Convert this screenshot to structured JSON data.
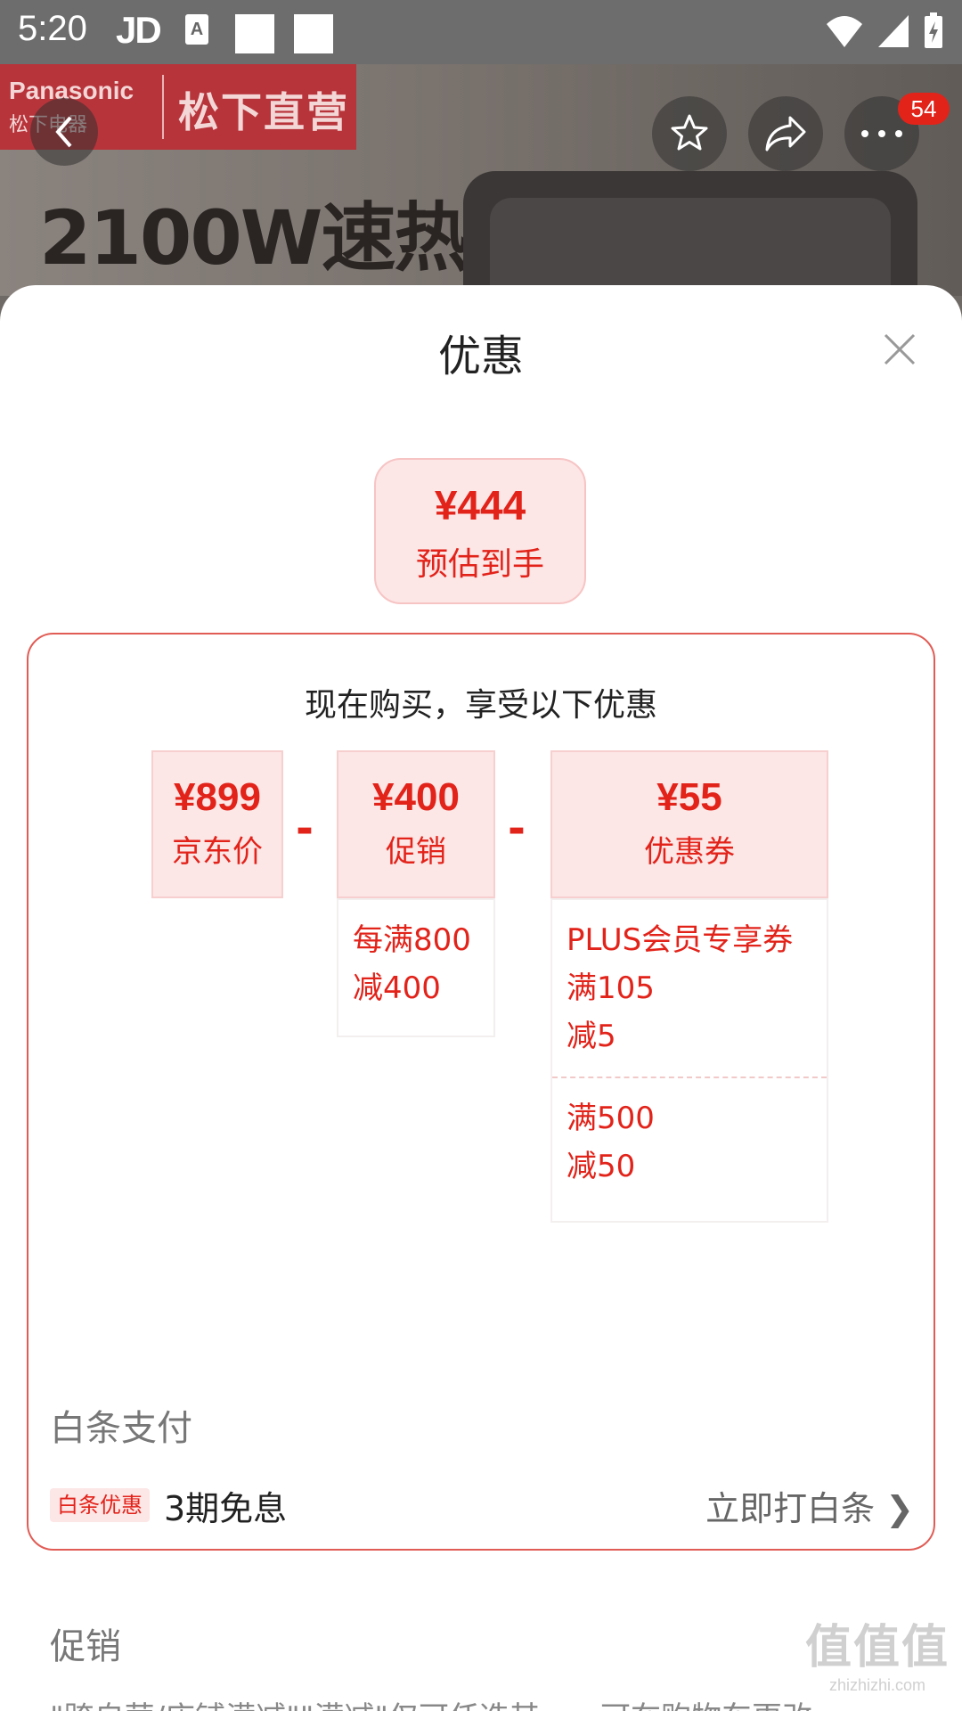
{
  "status_bar": {
    "time": "5:20",
    "app_label": "JD",
    "notif_a": "A"
  },
  "banner": {
    "brand_en": "Panasonic",
    "brand_zh": "松下电器",
    "store_label": "松下直营",
    "headline": "2100W速热",
    "cart_badge": "54"
  },
  "sheet": {
    "title": "优惠",
    "estimate": {
      "amount": "¥444",
      "label": "预估到手"
    },
    "box_heading": "现在购买，享受以下优惠",
    "cards": [
      {
        "amount": "¥899",
        "label": "京东价"
      },
      {
        "amount": "¥400",
        "label": "促销"
      },
      {
        "amount": "¥55",
        "label": "优惠券"
      }
    ],
    "minus": "-",
    "promo_detail": {
      "line1": "每满800",
      "line2": "减400"
    },
    "coupon_details": [
      {
        "line1": "PLUS会员专享券",
        "line2": "满105",
        "line3": "减5"
      },
      {
        "line1": "满500",
        "line2": "减50"
      }
    ]
  },
  "baitiao": {
    "section_title": "白条支付",
    "tag": "白条优惠",
    "offer": "3期免息",
    "action": "立即打白条 ❯"
  },
  "promotion": {
    "section_title": "促销",
    "note": "\"跨自营/店铺满减\"\"满减\"仅可任选其一，可在购物车更改"
  },
  "watermark": {
    "big": "值值值",
    "small": "zhizhizhi.com"
  },
  "colors": {
    "accent": "#e2231a",
    "card_bg": "#fde6e6"
  },
  "icons": [
    "back-icon",
    "star-icon",
    "share-icon",
    "more-icon",
    "close-icon",
    "wifi-icon",
    "signal-icon",
    "battery-icon"
  ]
}
